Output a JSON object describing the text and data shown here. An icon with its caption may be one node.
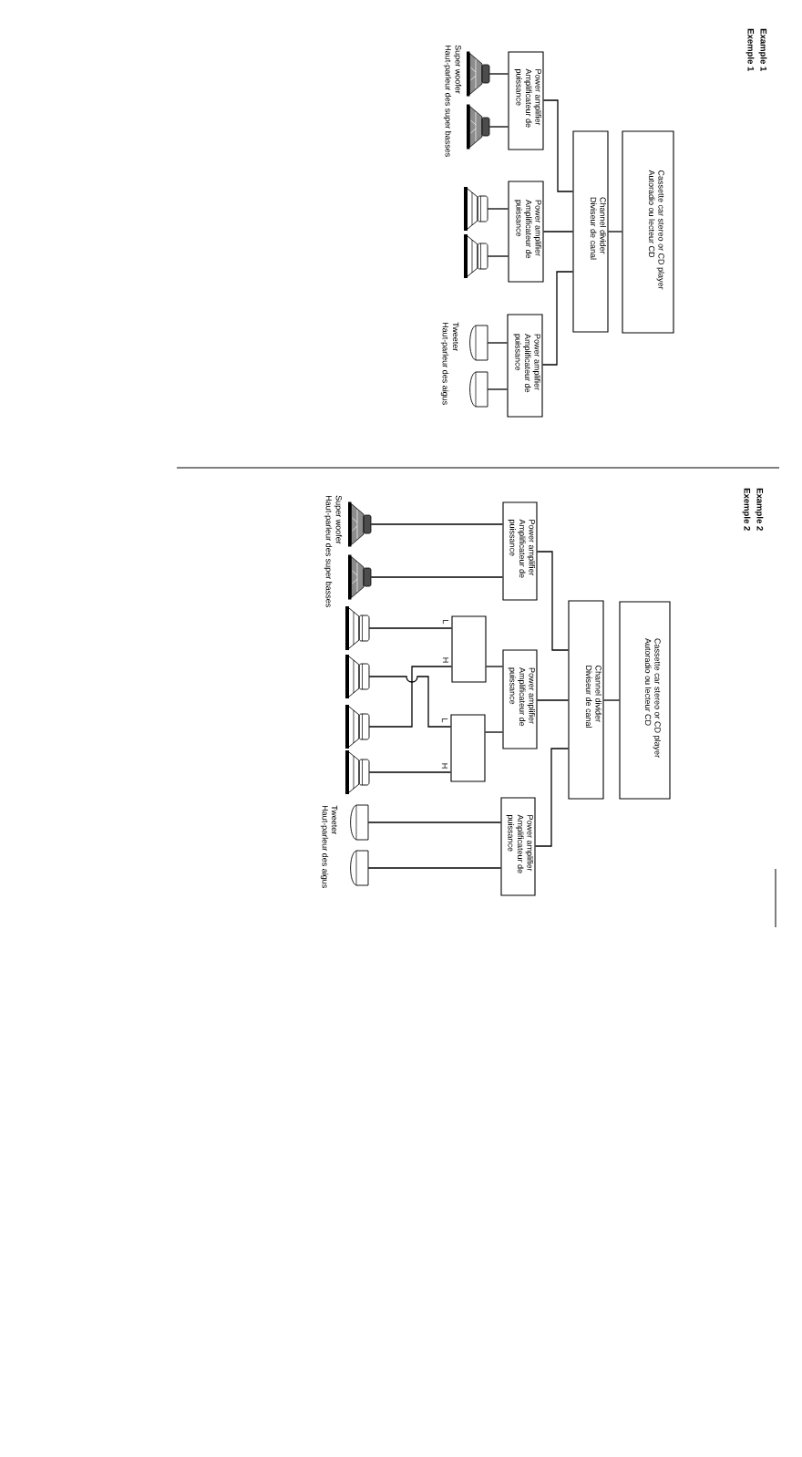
{
  "diagram": {
    "nodes": [
      {
        "text": [
          "Cassette car stereo or CD player",
          "Autoradio ou lecteur CD"
        ]
      },
      {
        "text": [
          "Channel divider",
          "Diviseur de canal"
        ]
      },
      {
        "text": [
          "Power amplifier",
          "Amplificateur de puissance"
        ]
      },
      {
        "text": [
          "Power amplifier",
          "Amplificateur de puissance"
        ]
      },
      {
        "text": [
          "Power amplifier",
          "Amplificateur de puissance"
        ]
      },
      {
        "text": [],
        "shape": "picture"
      },
      {
        "text": [],
        "shape": "picture"
      },
      {
        "text": [],
        "shape": "picture"
      },
      {
        "text": [],
        "shape": "picture"
      },
      {
        "text": [],
        "shape": "picture"
      },
      {
        "text": [],
        "shape": "picture"
      },
      {
        "text": [
          "Cassette car stereo or CD player",
          "Autoradio ou lecteur CD"
        ]
      },
      {
        "text": [
          "Channel divider",
          "Diviseur de canal"
        ]
      },
      {
        "text": [
          "Power amplifier",
          "Amplificateur de puissance"
        ]
      },
      {
        "text": [
          "Power amplifier",
          "Amplificateur de puissance"
        ]
      },
      {
        "text": [
          "Power amplifier",
          "Amplificateur de puissance"
        ]
      },
      {
        "text": [],
        "shape": "box"
      },
      {
        "text": [],
        "shape": "box"
      },
      {
        "text": [],
        "shape": "picture"
      },
      {
        "text": [],
        "shape": "picture"
      },
      {
        "text": [],
        "shape": "picture"
      },
      {
        "text": [],
        "shape": "picture"
      },
      {
        "text": [],
        "shape": "picture"
      },
      {
        "text": [],
        "shape": "picture"
      },
      {
        "text": [],
        "shape": "picture"
      },
      {
        "text": [],
        "shape": "picture"
      }
    ],
    "edges": [
      {
        "from": 0,
        "to": 1,
        "arrow": "none"
      },
      {
        "from": 1,
        "to": 2,
        "arrow": "none"
      },
      {
        "from": 1,
        "to": 3,
        "arrow": "none"
      },
      {
        "from": 1,
        "to": 4,
        "arrow": "none"
      },
      {
        "from": 2,
        "to": 5,
        "arrow": "none"
      },
      {
        "from": 2,
        "to": 6,
        "arrow": "none"
      },
      {
        "from": 3,
        "to": 7,
        "arrow": "none"
      },
      {
        "from": 3,
        "to": 8,
        "arrow": "none"
      },
      {
        "from": 4,
        "to": 9,
        "arrow": "none"
      },
      {
        "from": 4,
        "to": 10,
        "arrow": "none"
      },
      {
        "from": 11,
        "to": 12,
        "arrow": "none"
      },
      {
        "from": 12,
        "to": 13,
        "arrow": "none"
      },
      {
        "from": 12,
        "to": 14,
        "arrow": "none"
      },
      {
        "from": 12,
        "to": 15,
        "arrow": "none"
      },
      {
        "from": 13,
        "to": 18,
        "arrow": "none"
      },
      {
        "from": 13,
        "to": 19,
        "arrow": "none"
      },
      {
        "from": 14,
        "to": 16,
        "arrow": "none"
      },
      {
        "from": 14,
        "to": 17,
        "arrow": "none"
      },
      {
        "from": 16,
        "to": 20,
        "arrow": "none",
        "label": "L"
      },
      {
        "from": 16,
        "to": 22,
        "arrow": "none",
        "label": "H"
      },
      {
        "from": 17,
        "to": 21,
        "arrow": "none",
        "label": "L"
      },
      {
        "from": 17,
        "to": 23,
        "arrow": "none",
        "label": "H"
      },
      {
        "from": 15,
        "to": 24,
        "arrow": "none"
      },
      {
        "from": 15,
        "to": 25,
        "arrow": "none"
      }
    ],
    "labels": [
      "Example 1",
      "Exemple 1",
      "Super woofer",
      "Haut-parleur des super basses",
      "Tweeter",
      "Haut-parleur des aigus",
      "Example 2",
      "Exemple 2",
      "Super woofer",
      "Haut-parleur des super basses",
      "Tweeter",
      "Haut-parleur des aigus"
    ]
  }
}
